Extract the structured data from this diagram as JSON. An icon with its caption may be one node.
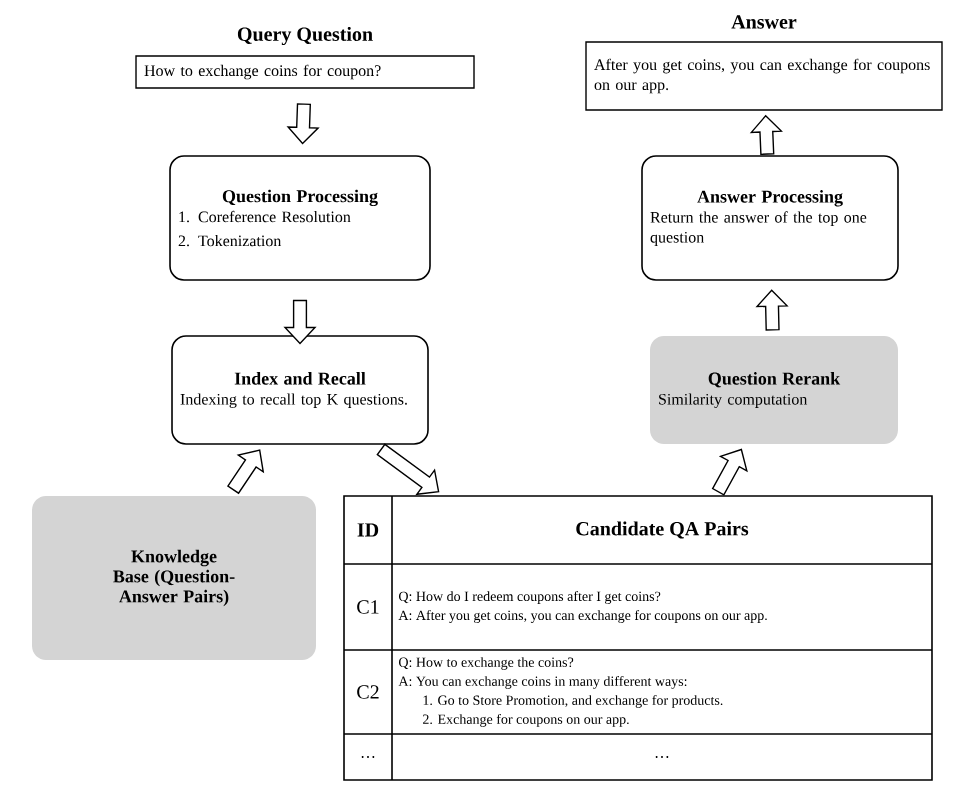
{
  "diagram": {
    "nodes": [
      {
        "text": [
          "Query Question",
          "How to exchange coins for coupon?"
        ]
      },
      {
        "text": [
          "Question Processing",
          "1. Coreference Resolution",
          "2. Tokenization"
        ]
      },
      {
        "text": [
          "Index and Recall",
          "Indexing to recall top K questions."
        ]
      },
      {
        "text": [
          "Knowledge Base (Question-Answer Pairs)"
        ]
      },
      {
        "text": [
          "ID",
          "Candidate QA Pairs",
          "C1",
          "Q: How do I redeem coupons after I get coins?",
          "A: After you get coins, you can exchange for coupons on our app.",
          "C2",
          "Q: How to exchange the coins?",
          "A: You can exchange coins in many different ways:",
          "1. Go to Store Promotion, and exchange for products.",
          "2. Exchange for coupons on our app.",
          "…",
          "…"
        ]
      },
      {
        "text": [
          "Question Rerank",
          "Similarity computation"
        ]
      },
      {
        "text": [
          "Answer Processing",
          "Return the answer of the top one question"
        ]
      },
      {
        "text": [
          "Answer",
          "After you get coins, you can exchange for coupons on our app."
        ]
      }
    ],
    "edges": [
      {
        "from": 0,
        "to": 1,
        "arrow": "to"
      },
      {
        "from": 1,
        "to": 2,
        "arrow": "to"
      },
      {
        "from": 3,
        "to": 2,
        "arrow": "to"
      },
      {
        "from": 2,
        "to": 4,
        "arrow": "to"
      },
      {
        "from": 4,
        "to": 5,
        "arrow": "to"
      },
      {
        "from": 5,
        "to": 6,
        "arrow": "to"
      },
      {
        "from": 6,
        "to": 7,
        "arrow": "to"
      }
    ]
  }
}
